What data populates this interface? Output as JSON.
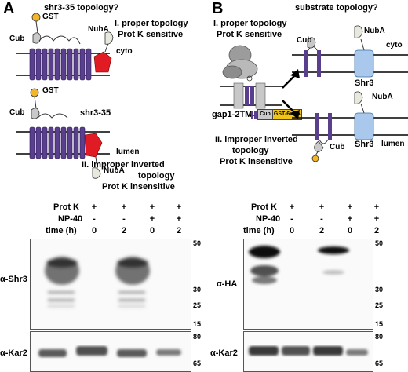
{
  "panel_a": {
    "letter": "A",
    "title": "shr3-35 topology?",
    "scheme_top": {
      "gst": "GST",
      "cub": "Cub",
      "nuba": "NubA",
      "compartment": "cyto",
      "case_line1": "I. proper topology",
      "case_line2": "Prot K sensitive"
    },
    "scheme_bottom": {
      "gst": "GST",
      "cub": "Cub",
      "protein": "shr3-35",
      "nuba": "NubA",
      "compartment": "lumen",
      "case_line1": "II. improper inverted",
      "case_line2": "topology",
      "case_line3": "Prot K insensitive"
    },
    "table": {
      "row_labels": [
        "Prot K",
        "NP-40",
        "time (h)"
      ],
      "lanes": [
        [
          "+",
          "-",
          "0"
        ],
        [
          "+",
          "-",
          "2"
        ],
        [
          "+",
          "+",
          "0"
        ],
        [
          "+",
          "+",
          "2"
        ]
      ]
    },
    "blot_upper_label": "α-Shr3",
    "blot_lower_label": "α-Kar2",
    "mw_upper": [
      "50",
      "30",
      "25",
      "15"
    ],
    "mw_lower": [
      "80",
      "65"
    ]
  },
  "panel_b": {
    "letter": "B",
    "title": "substrate topology?",
    "case1_line1": "I. proper topology",
    "case1_line2": "Prot K sensitive",
    "construct": "gap1-2TM",
    "construct_cub": "Cub",
    "construct_tag": "GST-6xHA",
    "top_scheme": {
      "cub": "Cub",
      "nuba": "NubA",
      "protein": "Shr3",
      "compartment": "cyto"
    },
    "bottom_scheme": {
      "nuba": "NubA",
      "protein": "Shr3",
      "cub": "Cub",
      "compartment": "lumen"
    },
    "case2_line1": "II. improper inverted",
    "case2_line2": "topology",
    "case2_line3": "Prot K insensitive",
    "table": {
      "row_labels": [
        "Prot K",
        "NP-40",
        "time (h)"
      ],
      "lanes": [
        [
          "+",
          "-",
          "0"
        ],
        [
          "+",
          "-",
          "2"
        ],
        [
          "+",
          "+",
          "0"
        ],
        [
          "+",
          "+",
          "2"
        ]
      ]
    },
    "blot_upper_label": "α-HA",
    "blot_lower_label": "α-Kar2",
    "mw_upper": [
      "50",
      "30",
      "25",
      "15"
    ],
    "mw_lower": [
      "80",
      "65"
    ]
  },
  "colors": {
    "helix_purple": "#5a3f8f",
    "nub_red": "#e01b24",
    "shr3_blue": "#a9c8ec",
    "gst_yellow": "#f3b628",
    "cub_grey": "#c9c9c9",
    "tag_yellow": "#f0c419"
  }
}
